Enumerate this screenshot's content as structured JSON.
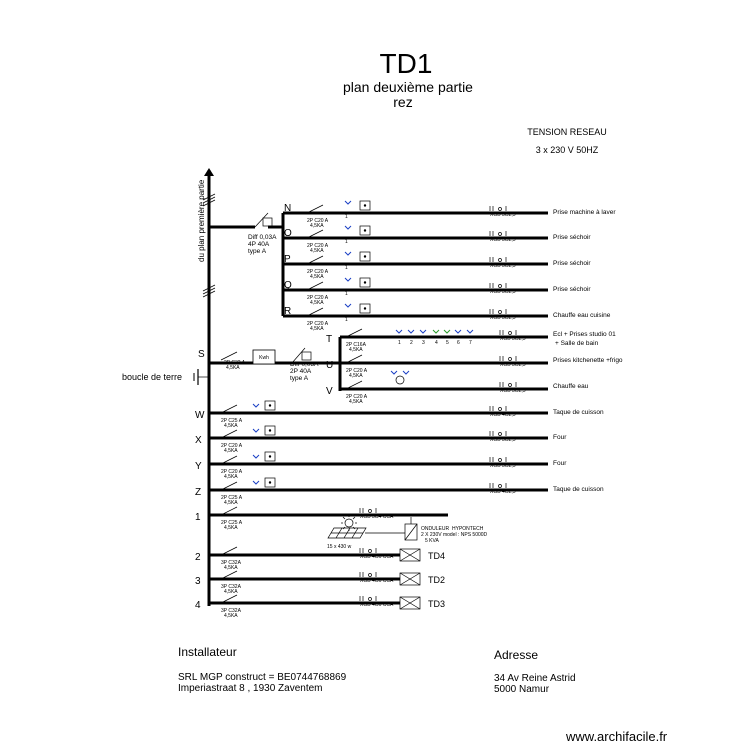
{
  "title": "TD1",
  "subtitle": "plan deuxième partie",
  "subtitle2": "rez",
  "tension": {
    "line1": "TENSION RESEAU",
    "line2": "3 x 230 V 50HZ"
  },
  "feed_label": "du plan première partie",
  "earth_label": "boucle de terre",
  "differentials": [
    {
      "l1": "Diff 0,03A",
      "l2": "4P  40A",
      "l3": "type A"
    },
    {
      "l1": "Diff 0,03A",
      "l2": "2P  40A",
      "l3": "type A"
    }
  ],
  "kwh_label": "Kwh",
  "circuits_upper": [
    {
      "letter": "N",
      "breaker": "2P  C20 A",
      "ka": "4,5KA",
      "cable": "XGB 3G2,5",
      "desc": "Prise machine à laver"
    },
    {
      "letter": "O",
      "breaker": "2P  C20 A",
      "ka": "4,5KA",
      "cable": "XGB 3G2,5",
      "desc": "Prise  séchoir"
    },
    {
      "letter": "P",
      "breaker": "2P  C20 A",
      "ka": "4,5KA",
      "cable": "XGB 3G2,5",
      "desc": "Prise  séchoir"
    },
    {
      "letter": "Q",
      "breaker": "2P  C20 A",
      "ka": "4,5KA",
      "cable": "XGB 3G2,5",
      "desc": "Prise séchoir"
    },
    {
      "letter": "R",
      "breaker": "2P  C20 A",
      "ka": "4,5KA",
      "cable": "XGB 3G2,5",
      "desc": "Chauffe eau cuisine"
    }
  ],
  "circuits_mid": [
    {
      "letter": "T",
      "breaker": "2P C16A",
      "ka": "4,5KA",
      "cable": "XGB 3G2,5",
      "desc": "Ecl + Prises  studio 01",
      "desc2": "+ Salle de bain"
    },
    {
      "letter": "U",
      "breaker": "2P  C20 A",
      "ka": "4,5KA",
      "cable": "XGB 3G2,5",
      "desc": "Prises kitchenette +frigo"
    },
    {
      "letter": "V",
      "breaker": "2P  C20 A",
      "ka": "4,5KA",
      "cable": "XGB 3G2,5",
      "desc": "Chauffe eau"
    }
  ],
  "main_S": {
    "letter": "S",
    "breaker": "2P  C32 A",
    "ka": "4,5KA"
  },
  "circuits_lower": [
    {
      "letter": "W",
      "breaker": "2P  C25 A",
      "ka": "4,5KA",
      "cable": "XGB 4G2,5",
      "desc": "Taque de cuisson"
    },
    {
      "letter": "X",
      "breaker": "2P  C20 A",
      "ka": "4,5KA",
      "cable": "XGB 3G2,5",
      "desc": "Four"
    },
    {
      "letter": "Y",
      "breaker": "2P  C20 A",
      "ka": "4,5KA",
      "cable": "XGB 3G2,5",
      "desc": "Four"
    },
    {
      "letter": "Z",
      "breaker": "2P  C25 A",
      "ka": "4,5KA",
      "cable": "XGB 4G2,5",
      "desc": "Taque de cuisson"
    }
  ],
  "circuits_bottom": [
    {
      "letter": "1",
      "breaker": "2P  C25 A",
      "ka": "4,5KA",
      "cable": "XGB 3G4 CCA",
      "desc": ""
    },
    {
      "letter": "2",
      "breaker": "3P  C32A",
      "ka": "4,5KA",
      "cable": "XGB 4G6 CCA",
      "desc": "TD4"
    },
    {
      "letter": "3",
      "breaker": "3P  C32A",
      "ka": "4,5KA",
      "cable": "XGB 4G6 CCA",
      "desc": "TD2"
    },
    {
      "letter": "4",
      "breaker": "3P  C32A",
      "ka": "4,5KA",
      "cable": "XGB 4G6 CCA",
      "desc": "TD3"
    }
  ],
  "solar": {
    "panel": "15 x 430 w",
    "inverter_l1": "ONDULEUR",
    "inverter_l1b": "HYPONTECH",
    "inverter_l2": "2 X 230V  model : NPS 5000D",
    "inverter_l3": "5  KVA"
  },
  "installer": {
    "heading": "Installateur",
    "line1": "SRL MGP construct = BE0744768869",
    "line2": "Imperiastraat 8 , 1930 Zaventem"
  },
  "address": {
    "heading": "Adresse",
    "line1": "34 Av Reine Astrid",
    "line2": "5000 Namur"
  },
  "watermark": "www.archifacile.fr"
}
